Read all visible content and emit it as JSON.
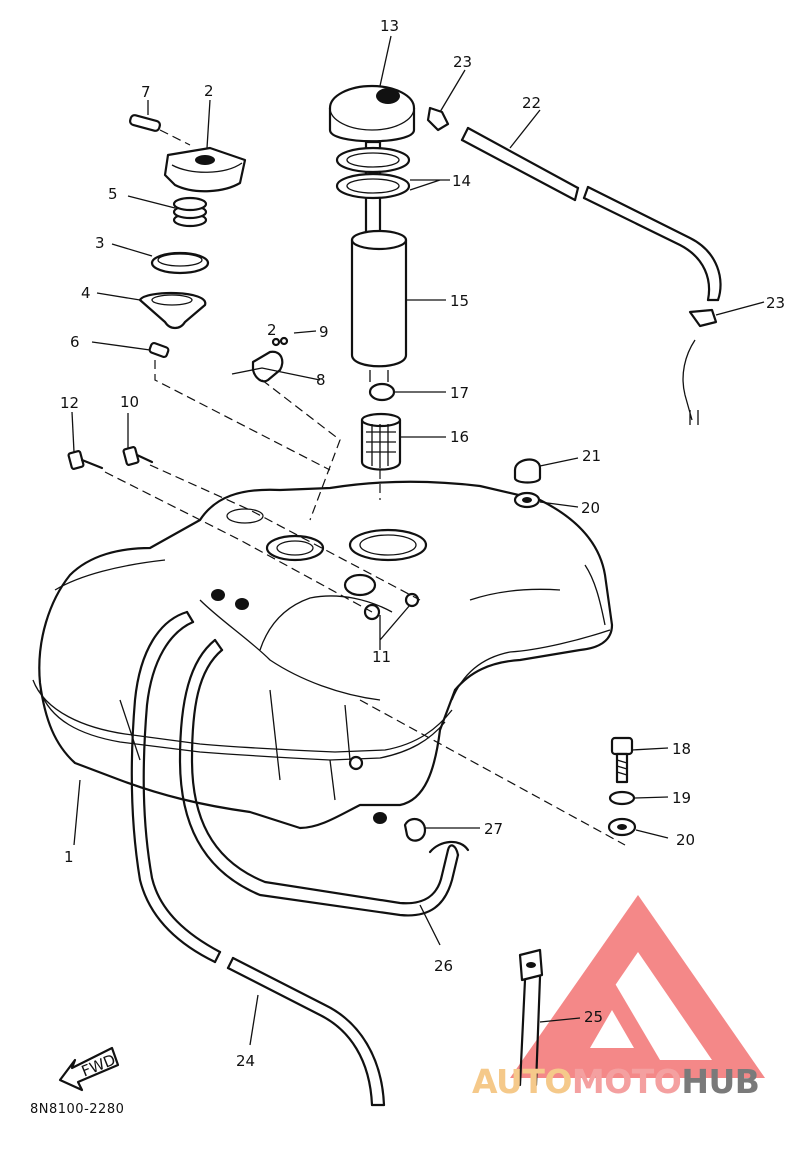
{
  "callouts": [
    {
      "id": "c1",
      "text": "1"
    },
    {
      "id": "c2",
      "text": "2"
    },
    {
      "id": "c2b",
      "text": "2"
    },
    {
      "id": "c3",
      "text": "3"
    },
    {
      "id": "c4",
      "text": "4"
    },
    {
      "id": "c5",
      "text": "5"
    },
    {
      "id": "c6",
      "text": "6"
    },
    {
      "id": "c7",
      "text": "7"
    },
    {
      "id": "c8",
      "text": "8"
    },
    {
      "id": "c9",
      "text": "9"
    },
    {
      "id": "c10",
      "text": "10"
    },
    {
      "id": "c11",
      "text": "11"
    },
    {
      "id": "c12",
      "text": "12"
    },
    {
      "id": "c13",
      "text": "13"
    },
    {
      "id": "c14",
      "text": "14"
    },
    {
      "id": "c15",
      "text": "15"
    },
    {
      "id": "c16",
      "text": "16"
    },
    {
      "id": "c17",
      "text": "17"
    },
    {
      "id": "c18",
      "text": "18"
    },
    {
      "id": "c19",
      "text": "19"
    },
    {
      "id": "c20a",
      "text": "20"
    },
    {
      "id": "c20b",
      "text": "20"
    },
    {
      "id": "c21",
      "text": "21"
    },
    {
      "id": "c22",
      "text": "22"
    },
    {
      "id": "c23a",
      "text": "23"
    },
    {
      "id": "c23b",
      "text": "23"
    },
    {
      "id": "c24",
      "text": "24"
    },
    {
      "id": "c25",
      "text": "25"
    },
    {
      "id": "c26",
      "text": "26"
    },
    {
      "id": "c27",
      "text": "27"
    }
  ],
  "fwd_label": "FWD",
  "diagram_code": "8N8100-2280",
  "watermark": {
    "auto": "AUTO",
    "moto": "MOTO",
    "hub": "HUB",
    "colors": {
      "auto": "#f5c98a",
      "moto": "#f4a0a0",
      "hub": "#7a7a7a",
      "logo": "#f26b6b"
    }
  }
}
